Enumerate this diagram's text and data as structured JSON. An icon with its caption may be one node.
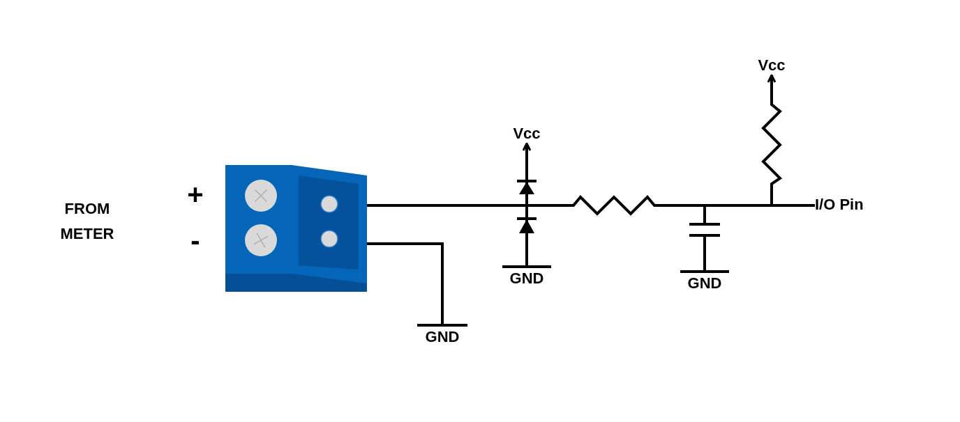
{
  "diagram": {
    "nodes": [
      {
        "text": [],
        "shape": "picture"
      },
      {
        "text": [
          "GND"
        ]
      },
      {
        "text": [
          "Vcc"
        ]
      },
      {
        "text": [],
        "shape": "diode"
      },
      {
        "text": [],
        "shape": "diode"
      },
      {
        "text": [
          "GND"
        ]
      },
      {
        "text": [],
        "shape": "resistor"
      },
      {
        "text": [],
        "shape": "capacitor"
      },
      {
        "text": [
          "GND"
        ]
      },
      {
        "text": [
          "Vcc"
        ]
      },
      {
        "text": [],
        "shape": "resistor"
      },
      {
        "text": [
          "I/O Pin"
        ]
      }
    ],
    "edges": [
      {
        "from": 0,
        "to": 6,
        "arrow": "none"
      },
      {
        "from": 0,
        "to": 1,
        "arrow": "none"
      },
      {
        "from": 3,
        "to": 2,
        "arrow": "to"
      },
      {
        "from": 4,
        "to": 3,
        "arrow": "none"
      },
      {
        "from": 5,
        "to": 4,
        "arrow": "none"
      },
      {
        "from": 6,
        "to": 11,
        "arrow": "none"
      },
      {
        "from": 6,
        "to": 7,
        "arrow": "none"
      },
      {
        "from": 7,
        "to": 8,
        "arrow": "none"
      },
      {
        "from": 10,
        "to": 9,
        "arrow": "to"
      },
      {
        "from": 10,
        "to": 11,
        "arrow": "none"
      }
    ],
    "labels": [
      "FROM METER",
      "+",
      "-"
    ]
  }
}
